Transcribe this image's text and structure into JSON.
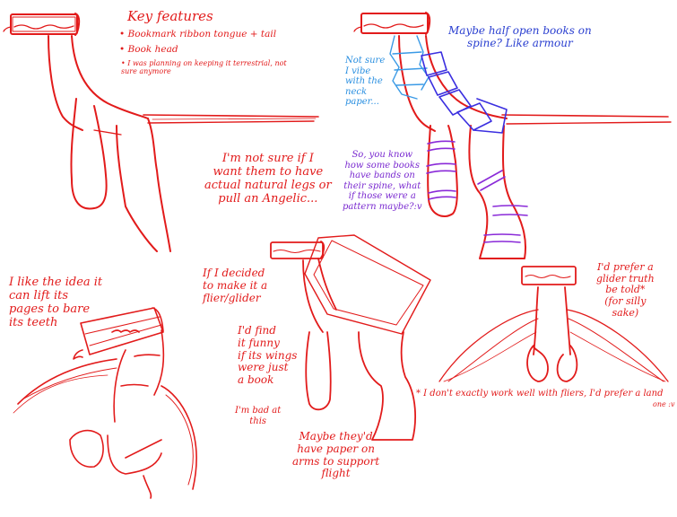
{
  "colors": {
    "sketch_red": "#e21b1b",
    "armor_blue": "#3b2fe0",
    "neck_paper_cyan": "#3a9ae6",
    "band_purple": "#8a2ad8",
    "background": "#ffffff"
  },
  "notes": {
    "key_features_title": "Key features",
    "key_features_items": [
      "• Bookmark ribbon tongue + tail",
      "• Book head",
      "• I was planning on keeping it terrestrial, not\n   sure anymore"
    ],
    "half_open_books": "Maybe half open books on\nspine? Like armour",
    "neck_paper": "Not sure\nI vibe\nwith the\nneck\npaper...",
    "bands_on_spine": "So, you know\nhow some books\nhave bands on\ntheir spine, what\nif those were a\npattern maybe?:v",
    "natural_legs": "I'm not sure if I\nwant them to have\nactual natural legs or\npull an Angelic...",
    "bare_teeth": "I like the idea it\ncan lift its\npages to bare\nits teeth",
    "flier_glider": "If I decided\nto make it a\nflier/glider",
    "wings_book": "I'd find\nit funny\nif its wings\nwere just\na book",
    "bad_at_this": "I'm bad at\nthis",
    "paper_arms": "Maybe they'd\nhave paper on\narms to support\nflight",
    "prefer_glider": "I'd prefer a\nglider truth\nbe told*\n(for silly\nsake)",
    "footnote": "* I don't exactly work well with fliers, I'd prefer a land",
    "footnote_end": "one :v"
  },
  "sketches": [
    {
      "name": "side-view-basic",
      "label": "Terrestrial book-head creature side view"
    },
    {
      "name": "side-view-armored",
      "label": "Side view with half-open book armour and spine bands"
    },
    {
      "name": "front-view-teeth",
      "label": "Three-quarter view lifting pages to bare teeth"
    },
    {
      "name": "side-view-book-wings",
      "label": "Flier variant with a book as wings"
    },
    {
      "name": "front-view-glider",
      "label": "Glider variant front view with paper wings"
    }
  ]
}
